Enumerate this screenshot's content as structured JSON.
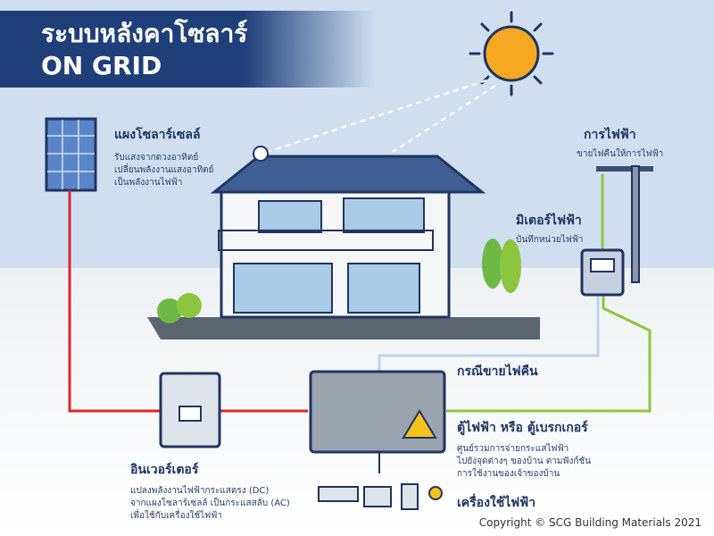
{
  "title": {
    "line1": "ระบบหลังคาโซลาร์",
    "line2": "ON GRID"
  },
  "solar_panel": {
    "heading": "แผงโซลาร์เซลล์",
    "desc": [
      "รับแสงจากดวงอาทิตย์",
      "เปลี่ยนพลังงานแสงอาทิตย์",
      "เป็นพลังงานไฟฟ้า"
    ]
  },
  "utility": {
    "heading": "การไฟฟ้า",
    "desc": [
      "ขายไฟคืนให้การไฟฟ้า"
    ]
  },
  "meter": {
    "heading": "มิเตอร์ไฟฟ้า",
    "desc": [
      "บันทึกหน่วยไฟฟ้า"
    ]
  },
  "sell_back": {
    "heading": "กรณีขายไฟคืน"
  },
  "breaker": {
    "heading": "ตู้ไฟฟ้า หรือ ตู้เบรกเกอร์",
    "desc": [
      "ศูนย์รวมการจ่ายกระแสไฟฟ้า",
      "ไปยังจุดต่างๆ ของบ้าน ตามฟังก์ชัน",
      "การใช้งานของเจ้าของบ้าน"
    ]
  },
  "appliances": {
    "heading": "เครื่องใช้ไฟฟ้า"
  },
  "inverter": {
    "heading": "อินเวอร์เตอร์",
    "desc": [
      "แปลงพลังงานไฟฟ้ากระแสตรง (DC)",
      "จากแผงโซลาร์เซลล์ เป็นกระแสสลับ (AC)",
      "เพื่อใช้กับเครื่องใช้ไฟฟ้า"
    ]
  },
  "copyright": "Copyright © SCG Building Materials 2021",
  "colors": {
    "navy": "#1f3f7a",
    "dc_line": "#e0242b",
    "ac_line": "#8cc63f",
    "sell_line": "#b9d3ef",
    "sun": "#f7a823"
  }
}
